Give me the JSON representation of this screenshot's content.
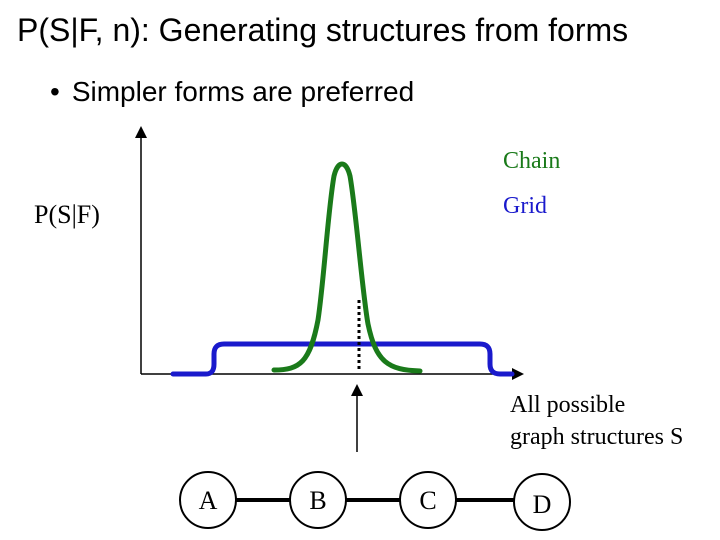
{
  "slide": {
    "title": "P(S|F, n): Generating structures from forms",
    "bullet": "Simpler forms are preferred"
  },
  "plot": {
    "ylabel": "P(S|F)",
    "xlabel_line1": "All possible",
    "xlabel_line2": "graph structures S",
    "curves": [
      {
        "name": "Chain",
        "color": "#1a7a1a"
      },
      {
        "name": "Grid",
        "color": "#1a1acc"
      }
    ]
  },
  "graph": {
    "nodes": [
      "A",
      "B",
      "C",
      "D"
    ]
  },
  "colors": {
    "text": "#000000",
    "chain": "#1a7a1a",
    "grid": "#1a1acc"
  }
}
